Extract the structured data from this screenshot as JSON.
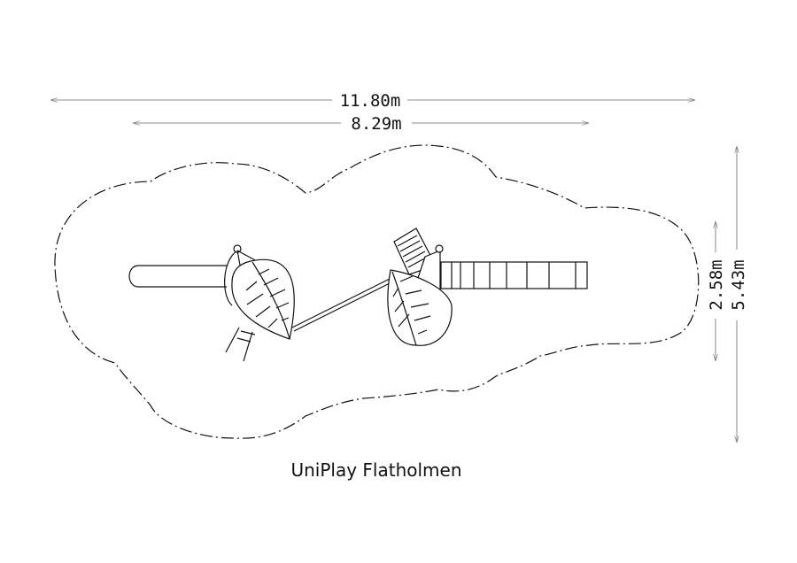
{
  "drawing": {
    "title": "UniPlay Flatholmen",
    "dimensions": {
      "overall_width": "11.80m",
      "equipment_width": "8.29m",
      "equipment_depth": "2.58m",
      "overall_depth": "5.43m"
    },
    "line_color": "#111111"
  }
}
